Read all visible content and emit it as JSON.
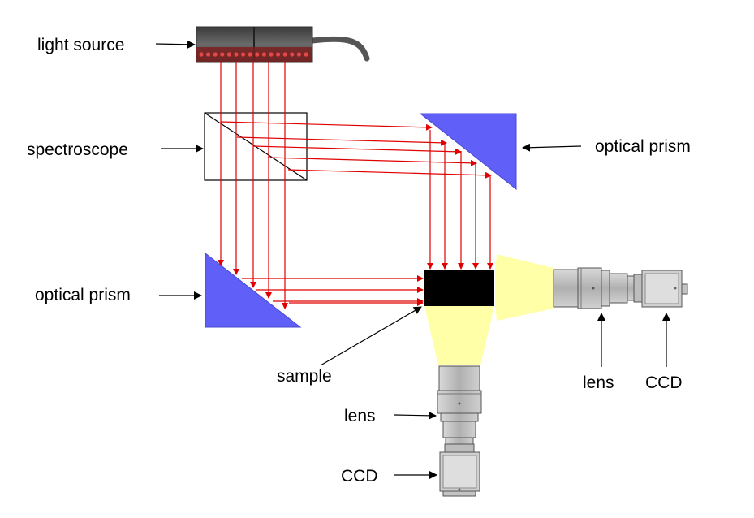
{
  "labels": {
    "light_source": "light source",
    "spectroscope": "spectroscope",
    "optical_prism_right": "optical prism",
    "optical_prism_left": "optical prism",
    "sample": "sample",
    "lens_right": "lens",
    "ccd_right": "CCD",
    "lens_bottom": "lens",
    "ccd_bottom": "CCD"
  },
  "colors": {
    "beam": "#e00000",
    "prism": "#6060f8",
    "cone": "#ffffa8",
    "sample": "#000000",
    "lens_gray": "#c4c4c4",
    "source_body": "#555555"
  }
}
